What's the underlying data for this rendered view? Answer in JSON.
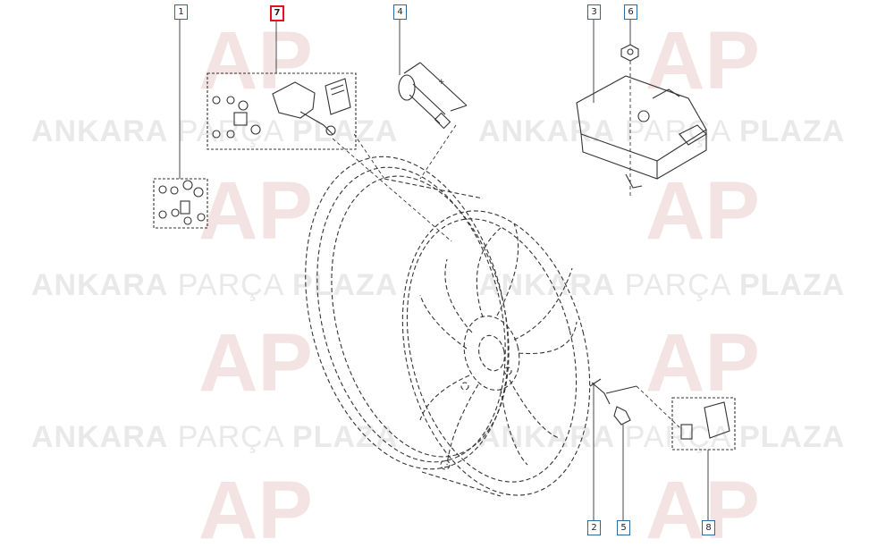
{
  "watermark": {
    "word1": "ANKARA",
    "word2": "PARÇA",
    "word3": "PLAZA",
    "logo_text": "AP"
  },
  "callouts": [
    {
      "id": "1",
      "highlighted": false
    },
    {
      "id": "7",
      "highlighted": true
    },
    {
      "id": "4",
      "highlighted": false
    },
    {
      "id": "3",
      "highlighted": false
    },
    {
      "id": "6",
      "highlighted": false
    },
    {
      "id": "2",
      "highlighted": false
    },
    {
      "id": "5",
      "highlighted": false
    },
    {
      "id": "8",
      "highlighted": false
    }
  ],
  "colors": {
    "callout_border": "#2b6aa0",
    "highlight_border": "#e0141c",
    "line": "#333333",
    "watermark": "#e9e9e9"
  }
}
